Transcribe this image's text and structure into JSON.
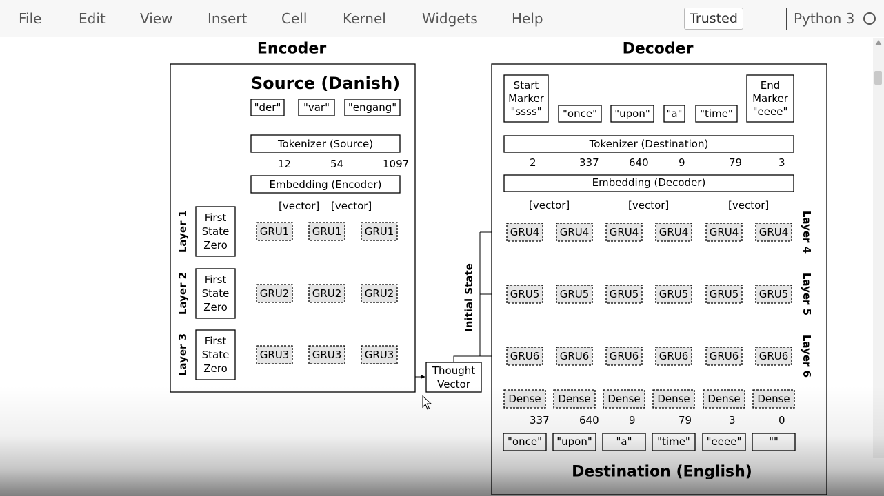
{
  "menu": {
    "file": "File",
    "edit": "Edit",
    "view": "View",
    "insert": "Insert",
    "cell": "Cell",
    "kernel": "Kernel",
    "widgets": "Widgets",
    "help": "Help"
  },
  "header": {
    "trusted": "Trusted",
    "kernel_name": "Python 3"
  },
  "diagram": {
    "encoder": {
      "title": "Encoder",
      "source_title": "Source (Danish)",
      "words": [
        "\"der\"",
        "\"var\"",
        "\"engang\""
      ],
      "tokenizer": "Tokenizer (Source)",
      "tokens": [
        "12",
        "54",
        "1097"
      ],
      "embedding": "Embedding (Encoder)",
      "vector_label": "[vector]",
      "layers": [
        "Layer 1",
        "Layer 2",
        "Layer 3"
      ],
      "state_lines": [
        "First",
        "State",
        "Zero"
      ],
      "gru_rows": [
        "GRU1",
        "GRU2",
        "GRU3"
      ]
    },
    "thought_vector": [
      "Thought",
      "Vector"
    ],
    "initial_state": "Initial State",
    "decoder": {
      "title": "Decoder",
      "start_marker": [
        "Start",
        "Marker",
        "\"ssss\""
      ],
      "words": [
        "\"once\"",
        "\"upon\"",
        "\"a\"",
        "\"time\""
      ],
      "end_marker": [
        "End",
        "Marker",
        "\"eeee\""
      ],
      "tokenizer": "Tokenizer (Destination)",
      "tokens": [
        "2",
        "337",
        "640",
        "9",
        "79",
        "3"
      ],
      "embedding": "Embedding (Decoder)",
      "vector_label": "[vector]",
      "layers": [
        "Layer 4",
        "Layer 5",
        "Layer 6"
      ],
      "gru_rows": [
        "GRU4",
        "GRU5",
        "GRU6"
      ],
      "dense": "Dense",
      "output_tokens": [
        "337",
        "640",
        "9",
        "79",
        "3",
        "0"
      ],
      "outputs": [
        "\"once\"",
        "\"upon\"",
        "\"a\"",
        "\"time\"",
        "\"eeee\"",
        "\"\""
      ],
      "dest_title": "Destination (English)"
    }
  }
}
